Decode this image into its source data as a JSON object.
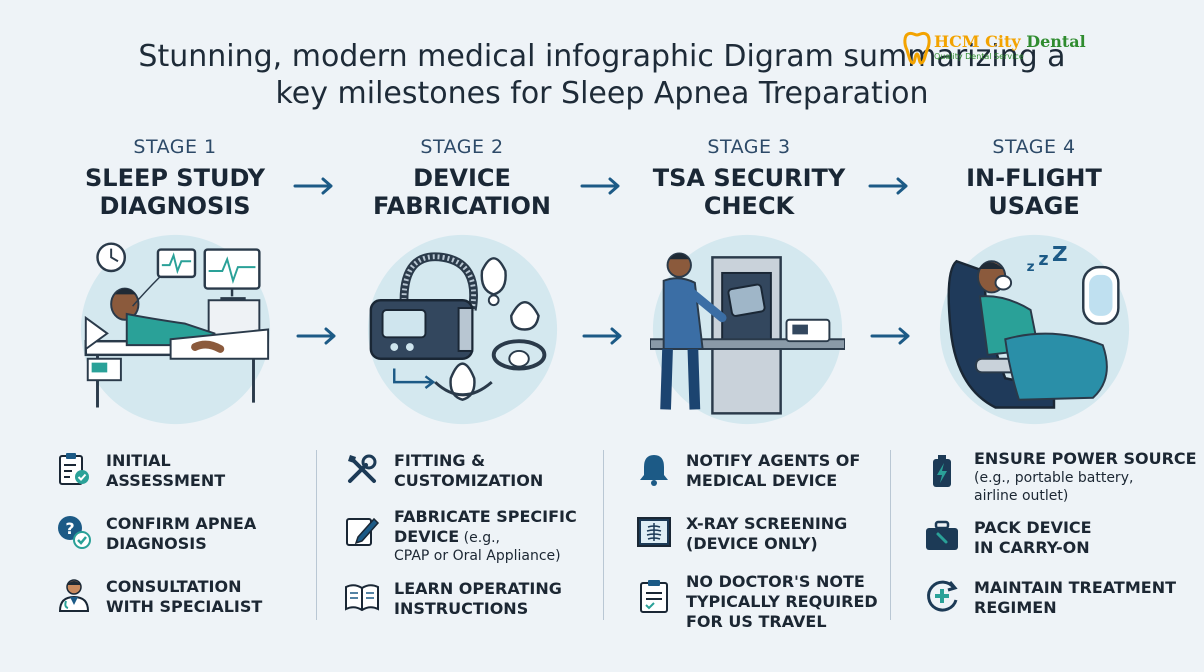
{
  "title": {
    "line1": "Stunning, modern medical infographic Digram summarizing a",
    "line2": "key milestones for Sleep Apnea Treparation"
  },
  "watermark": {
    "name_part1": "HCM City ",
    "name_part2": "Dental",
    "sub": "Quality Dental Service"
  },
  "colors": {
    "accent": "#1c5a86",
    "circle": "#d4e8ef",
    "ink": "#1a2735"
  },
  "stages": [
    {
      "num": "STAGE 1",
      "title_line1": "SLEEP STUDY",
      "title_line2": "DIAGNOSIS",
      "icon": "sleep-study-scene",
      "items": [
        {
          "icon": "clipboard-check-icon",
          "line1": "INITIAL",
          "line2": "ASSESSMENT"
        },
        {
          "icon": "question-check-icon",
          "line1": "CONFIRM APNEA",
          "line2": "DIAGNOSIS"
        },
        {
          "icon": "doctor-icon",
          "line1": "CONSULTATION",
          "line2": "WITH SPECIALIST"
        }
      ]
    },
    {
      "num": "STAGE 2",
      "title_line1": "DEVICE",
      "title_line2": "FABRICATION",
      "icon": "cpap-devices-scene",
      "items": [
        {
          "icon": "tools-icon",
          "line1": "FITTING &",
          "line2": "CUSTOMIZATION"
        },
        {
          "icon": "pencil-edit-icon",
          "line1": "FABRICATE SPECIFIC",
          "line2": "DEVICE",
          "line2_sub": " (e.g.,",
          "sub": "CPAP or Oral Appliance)"
        },
        {
          "icon": "book-icon",
          "line1": "LEARN OPERATING",
          "line2": "INSTRUCTIONS"
        }
      ]
    },
    {
      "num": "STAGE 3",
      "title_line1": "TSA SECURITY",
      "title_line2": "CHECK",
      "icon": "security-scanner-scene",
      "items": [
        {
          "icon": "bell-icon",
          "line1": "NOTIFY AGENTS OF",
          "line2": "MEDICAL DEVICE"
        },
        {
          "icon": "xray-icon",
          "line1": "X-RAY SCREENING",
          "line2": "(DEVICE ONLY)"
        },
        {
          "icon": "clipboard-list-icon",
          "line1": "NO DOCTOR'S NOTE",
          "line2": "TYPICALLY REQUIRED",
          "line3": "FOR US TRAVEL"
        }
      ]
    },
    {
      "num": "STAGE 4",
      "title_line1": "IN-FLIGHT",
      "title_line2": "USAGE",
      "icon": "airplane-seat-scene",
      "items": [
        {
          "icon": "battery-icon",
          "line1": "ENSURE POWER SOURCE",
          "sub1": "(e.g., portable battery,",
          "sub2": "airline outlet)"
        },
        {
          "icon": "suitcase-icon",
          "line1": "PACK DEVICE",
          "line2": "IN CARRY-ON"
        },
        {
          "icon": "treatment-cycle-icon",
          "line1": "MAINTAIN TREATMENT",
          "line2": "REGIMEN"
        }
      ]
    }
  ]
}
